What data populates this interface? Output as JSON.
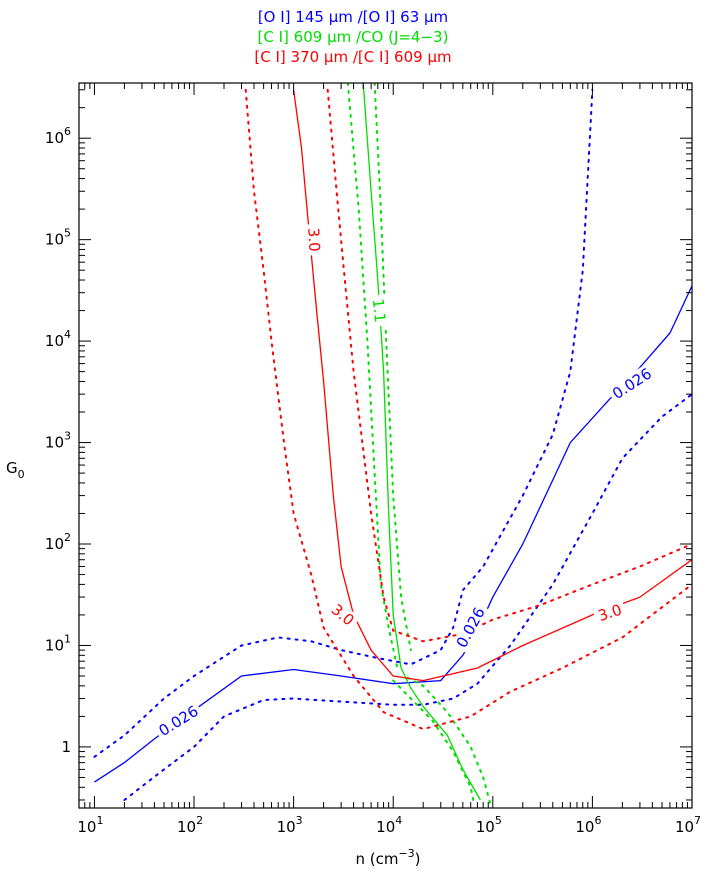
{
  "chart_data": {
    "type": "line",
    "title_lines": [
      {
        "text": "[O I] 145 μm /[O I] 63 μm",
        "color": "#0000ff"
      },
      {
        "text": "[C I] 609 μm /CO (J=4−3)",
        "color": "#00dd00"
      },
      {
        "text": "[C I] 370 μm /[C I] 609 μm",
        "color": "#ff0000"
      }
    ],
    "xlabel": "n (cm",
    "xlabel_sup": "−3",
    "xlabel_close": ")",
    "ylabel": "G",
    "ylabel_sub": "0",
    "x_scale": "log",
    "y_scale": "log",
    "xlim": [
      7,
      10000000
    ],
    "ylim": [
      0.25,
      3500000
    ],
    "x_ticks": [
      {
        "value": 10,
        "mant": "10",
        "exp": "1"
      },
      {
        "value": 100,
        "mant": "10",
        "exp": "2"
      },
      {
        "value": 1000,
        "mant": "10",
        "exp": "3"
      },
      {
        "value": 10000,
        "mant": "10",
        "exp": "4"
      },
      {
        "value": 100000,
        "mant": "10",
        "exp": "5"
      },
      {
        "value": 1000000,
        "mant": "10",
        "exp": "6"
      },
      {
        "value": 10000000,
        "mant": "10",
        "exp": "7"
      }
    ],
    "y_ticks": [
      {
        "value": 1,
        "mant": "1",
        "exp": ""
      },
      {
        "value": 10,
        "mant": "10",
        "exp": "1"
      },
      {
        "value": 100,
        "mant": "10",
        "exp": "2"
      },
      {
        "value": 1000,
        "mant": "10",
        "exp": "3"
      },
      {
        "value": 10000,
        "mant": "10",
        "exp": "4"
      },
      {
        "value": 100000,
        "mant": "10",
        "exp": "5"
      },
      {
        "value": 1000000,
        "mant": "10",
        "exp": "6"
      }
    ],
    "grid": false,
    "series": [
      {
        "name": "[O I] 145 μm /[O I] 63 μm",
        "label": "0.026",
        "color": "#0000ff",
        "segments": [
          {
            "style": "solid",
            "points": [
              [
                10,
                0.45
              ],
              [
                20,
                0.7
              ],
              [
                40,
                1.2
              ],
              [
                100,
                2.3
              ],
              [
                300,
                5.0
              ],
              [
                1000,
                5.8
              ],
              [
                3000,
                5.0
              ],
              [
                10000,
                4.2
              ],
              [
                30000,
                4.5
              ],
              [
                50000,
                8.0
              ],
              [
                70000,
                14
              ],
              [
                100000,
                30
              ],
              [
                200000,
                100
              ],
              [
                600000,
                1000
              ],
              [
                1500000,
                2700
              ],
              [
                3000000,
                5500
              ],
              [
                6000000,
                12000
              ],
              [
                10000000,
                35000
              ]
            ]
          },
          {
            "style": "dotted",
            "points": [
              [
                10,
                0.8
              ],
              [
                20,
                1.3
              ],
              [
                50,
                3.0
              ],
              [
                100,
                5.0
              ],
              [
                300,
                10
              ],
              [
                700,
                12
              ],
              [
                1500,
                11
              ],
              [
                3000,
                9
              ],
              [
                7000,
                7.5
              ],
              [
                15000,
                6.5
              ],
              [
                30000,
                9
              ],
              [
                40000,
                15
              ],
              [
                50000,
                35
              ],
              [
                80000,
                60
              ],
              [
                200000,
                300
              ],
              [
                400000,
                1200
              ],
              [
                600000,
                5000
              ],
              [
                800000,
                50000
              ],
              [
                1000000,
                3000000
              ]
            ]
          },
          {
            "style": "dotted",
            "points": [
              [
                20,
                0.3
              ],
              [
                50,
                0.6
              ],
              [
                100,
                1.0
              ],
              [
                200,
                2.0
              ],
              [
                500,
                2.9
              ],
              [
                1000,
                3.0
              ],
              [
                3000,
                2.8
              ],
              [
                10000,
                2.6
              ],
              [
                20000,
                2.6
              ],
              [
                40000,
                3.0
              ],
              [
                70000,
                4.2
              ],
              [
                150000,
                10
              ],
              [
                400000,
                40
              ],
              [
                1000000,
                200
              ],
              [
                2000000,
                700
              ],
              [
                5000000,
                1800
              ],
              [
                10000000,
                3000
              ]
            ]
          }
        ]
      },
      {
        "name": "[C I] 609 μm /CO (J=4−3)",
        "label": "1.1",
        "color": "#00dd00",
        "segments": [
          {
            "style": "solid",
            "points": [
              [
                5000,
                3500000
              ],
              [
                6000,
                300000
              ],
              [
                7000,
                40000
              ],
              [
                8000,
                5000
              ],
              [
                9000,
                200
              ],
              [
                10000,
                20
              ],
              [
                12000,
                6
              ],
              [
                15000,
                3.8
              ],
              [
                20000,
                2.5
              ],
              [
                35000,
                1.3
              ],
              [
                50000,
                0.6
              ],
              [
                75000,
                0.3
              ]
            ]
          },
          {
            "style": "dotted",
            "points": [
              [
                3500,
                3500000
              ],
              [
                4500,
                200000
              ],
              [
                5500,
                10000
              ],
              [
                6500,
                500
              ],
              [
                7500,
                40
              ],
              [
                9000,
                15
              ],
              [
                11000,
                6
              ]
            ]
          },
          {
            "style": "dotted",
            "points": [
              [
                6500,
                3500000
              ],
              [
                7500,
                200000
              ],
              [
                8500,
                10000
              ],
              [
                10000,
                300
              ],
              [
                12000,
                30
              ],
              [
                15000,
                9
              ]
            ]
          },
          {
            "style": "dotted",
            "points": [
              [
                10000,
                4.5
              ],
              [
                15000,
                3.0
              ],
              [
                25000,
                1.8
              ],
              [
                40000,
                0.9
              ],
              [
                60000,
                0.4
              ],
              [
                65000,
                0.27
              ]
            ]
          },
          {
            "style": "dotted",
            "points": [
              [
                14000,
                4.8
              ],
              [
                20000,
                4.0
              ],
              [
                35000,
                2.2
              ],
              [
                60000,
                1.0
              ],
              [
                80000,
                0.5
              ],
              [
                95000,
                0.27
              ]
            ]
          }
        ]
      },
      {
        "name": "[C I] 370 μm /[C I] 609 μm",
        "label": "3.0",
        "color": "#ff0000",
        "segments": [
          {
            "style": "solid",
            "points": [
              [
                1000,
                3000000
              ],
              [
                1200,
                800000
              ],
              [
                1400,
                150000
              ],
              [
                1700,
                20000
              ],
              [
                2000,
                4000
              ],
              [
                2500,
                300
              ],
              [
                3000,
                60
              ],
              [
                4000,
                20
              ],
              [
                6000,
                9
              ],
              [
                10000,
                5.0
              ],
              [
                20000,
                4.5
              ],
              [
                70000,
                6.0
              ],
              [
                200000,
                10
              ],
              [
                1000000,
                20
              ],
              [
                3000000,
                30
              ],
              [
                10000000,
                70
              ]
            ]
          },
          {
            "style": "dotted",
            "points": [
              [
                330,
                3000000
              ],
              [
                400,
                300000
              ],
              [
                500,
                50000
              ],
              [
                600,
                10000
              ],
              [
                800,
                1000
              ],
              [
                1000,
                200
              ],
              [
                1500,
                50
              ],
              [
                2000,
                15
              ],
              [
                4000,
                5
              ],
              [
                8000,
                2.2
              ],
              [
                20000,
                1.5
              ],
              [
                60000,
                2.0
              ],
              [
                150000,
                3.5
              ],
              [
                500000,
                6
              ],
              [
                2000000,
                12
              ],
              [
                10000000,
                40
              ]
            ]
          },
          {
            "style": "dotted",
            "points": [
              [
                2200,
                3000000
              ],
              [
                2700,
                300000
              ],
              [
                3200,
                50000
              ],
              [
                4000,
                5000
              ],
              [
                6000,
                200
              ],
              [
                8000,
                30
              ],
              [
                10000,
                14
              ],
              [
                20000,
                11
              ],
              [
                50000,
                13
              ],
              [
                100000,
                18
              ],
              [
                300000,
                25
              ],
              [
                1000000,
                40
              ],
              [
                3000000,
                60
              ],
              [
                10000000,
                100
              ]
            ]
          }
        ]
      }
    ],
    "annotations": [
      {
        "text": "0.026",
        "color": "#0000ff",
        "x": 70,
        "y": 1.8,
        "angle": -32
      },
      {
        "text": "0.026",
        "color": "#0000ff",
        "x": 60000,
        "y": 15,
        "angle": -62
      },
      {
        "text": "0.026",
        "color": "#0000ff",
        "x": 2500000,
        "y": 3800,
        "angle": -33
      },
      {
        "text": "1.1",
        "color": "#00dd00",
        "x": 7200,
        "y": 20000,
        "angle": 84
      },
      {
        "text": "3.0",
        "color": "#ff0000",
        "x": 1600,
        "y": 100000,
        "angle": 87
      },
      {
        "text": "3.0",
        "color": "#ff0000",
        "x": 3100,
        "y": 20,
        "angle": 40
      },
      {
        "text": "3.0",
        "color": "#ff0000",
        "x": 1500000,
        "y": 21,
        "angle": -18
      }
    ]
  }
}
